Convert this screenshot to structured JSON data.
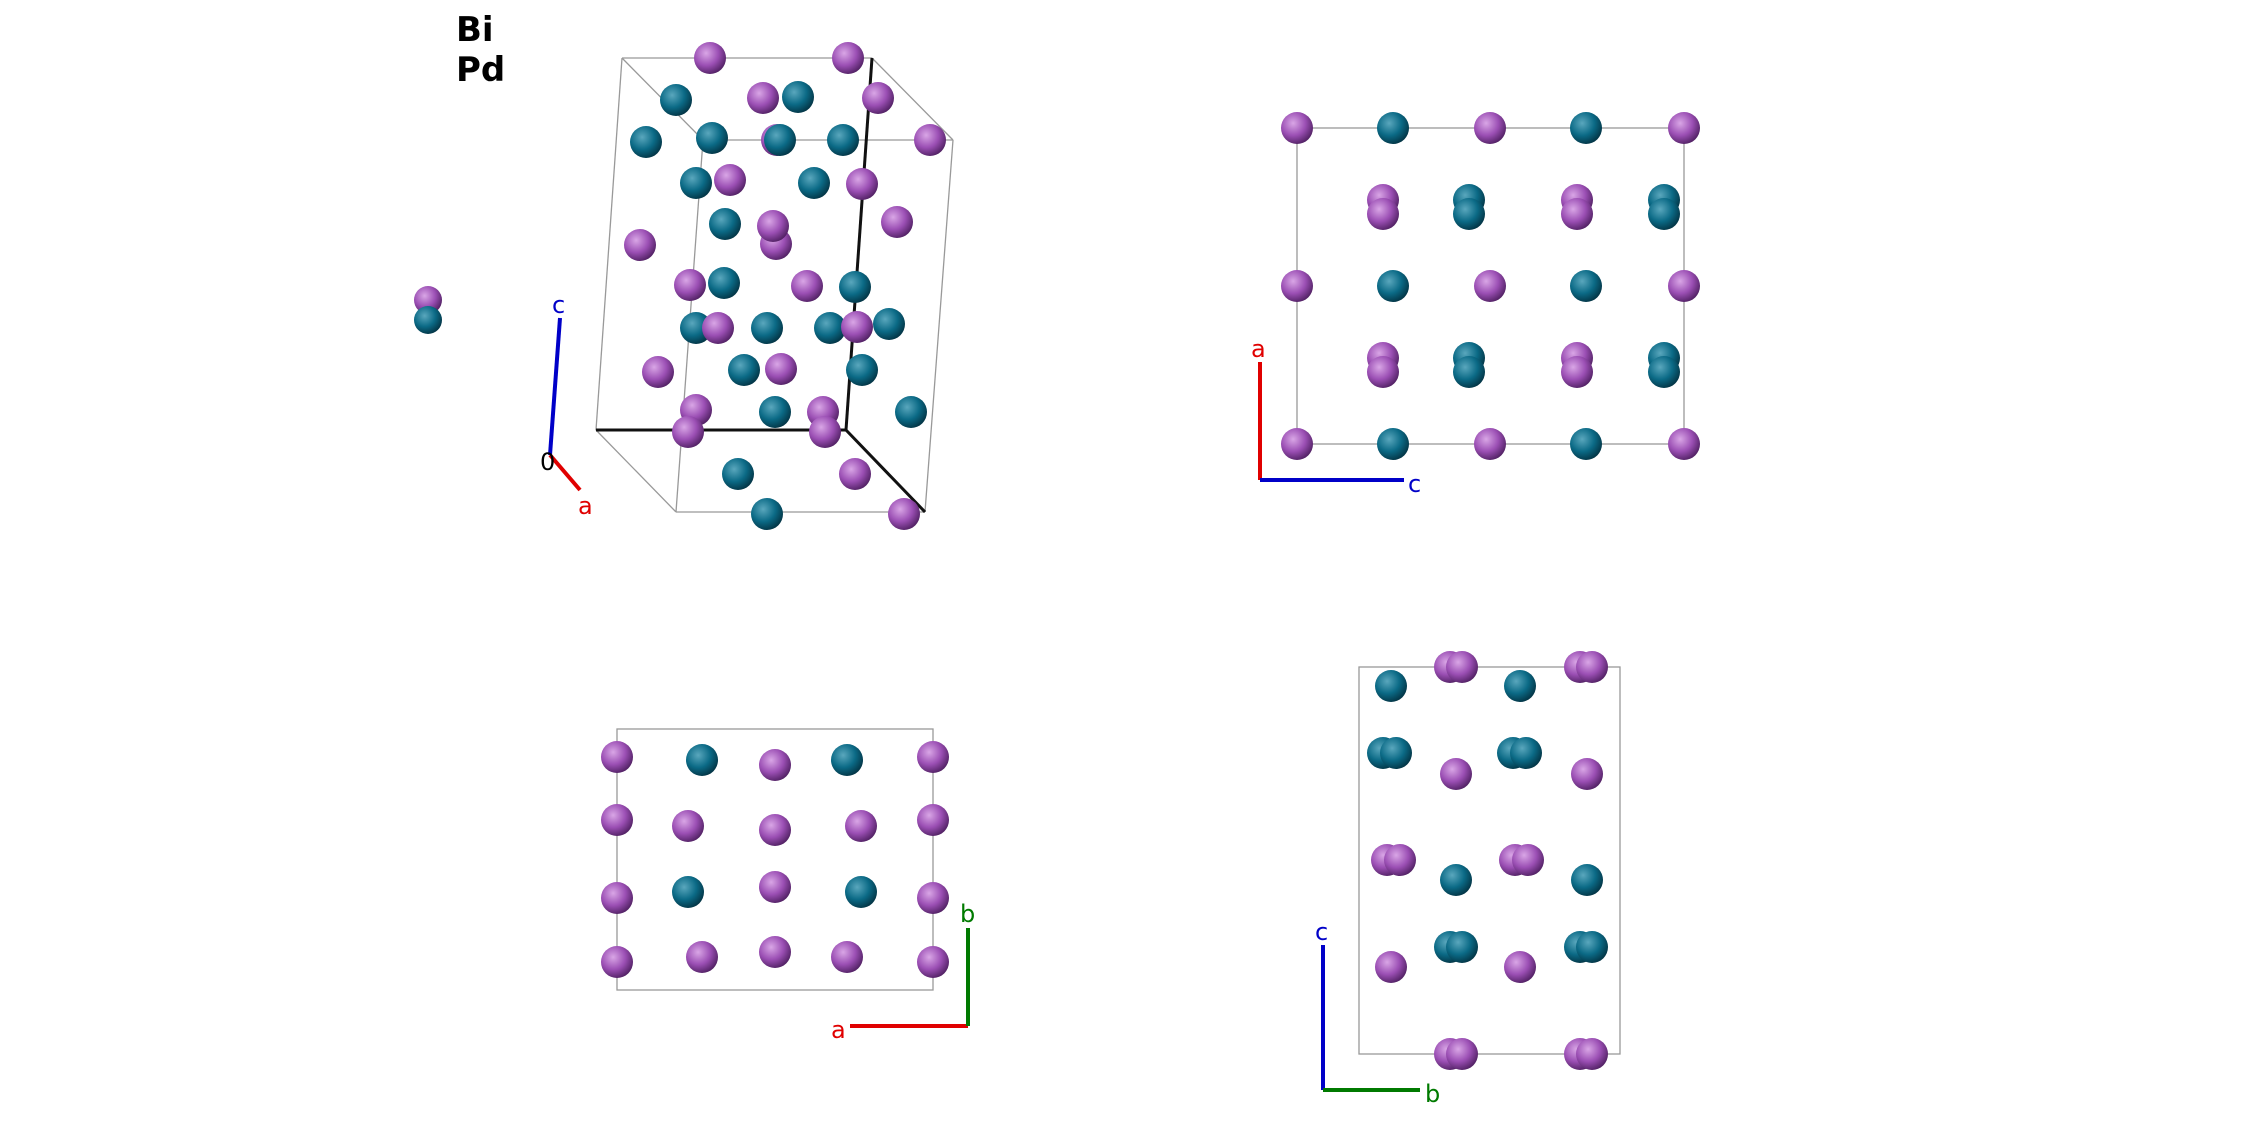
{
  "legend": {
    "items": [
      {
        "label": "Bi",
        "color": "#9b4fb4"
      },
      {
        "label": "Pd",
        "color": "#0b6a86"
      }
    ]
  },
  "colors": {
    "bi": "#9b4fb4",
    "pd": "#0b6a86",
    "axis_a": "#e00000",
    "axis_b": "#007a00",
    "axis_c": "#0000c8",
    "cell_edge": "#999999",
    "cell_axis": "#111111"
  },
  "views": [
    {
      "id": "perspective",
      "axes": [
        "c",
        "a"
      ],
      "origin_label": "0"
    },
    {
      "id": "along-b",
      "axes": [
        "a",
        "c"
      ]
    },
    {
      "id": "along-c",
      "axes": [
        "a",
        "b"
      ]
    },
    {
      "id": "along-a",
      "axes": [
        "c",
        "b"
      ]
    }
  ]
}
